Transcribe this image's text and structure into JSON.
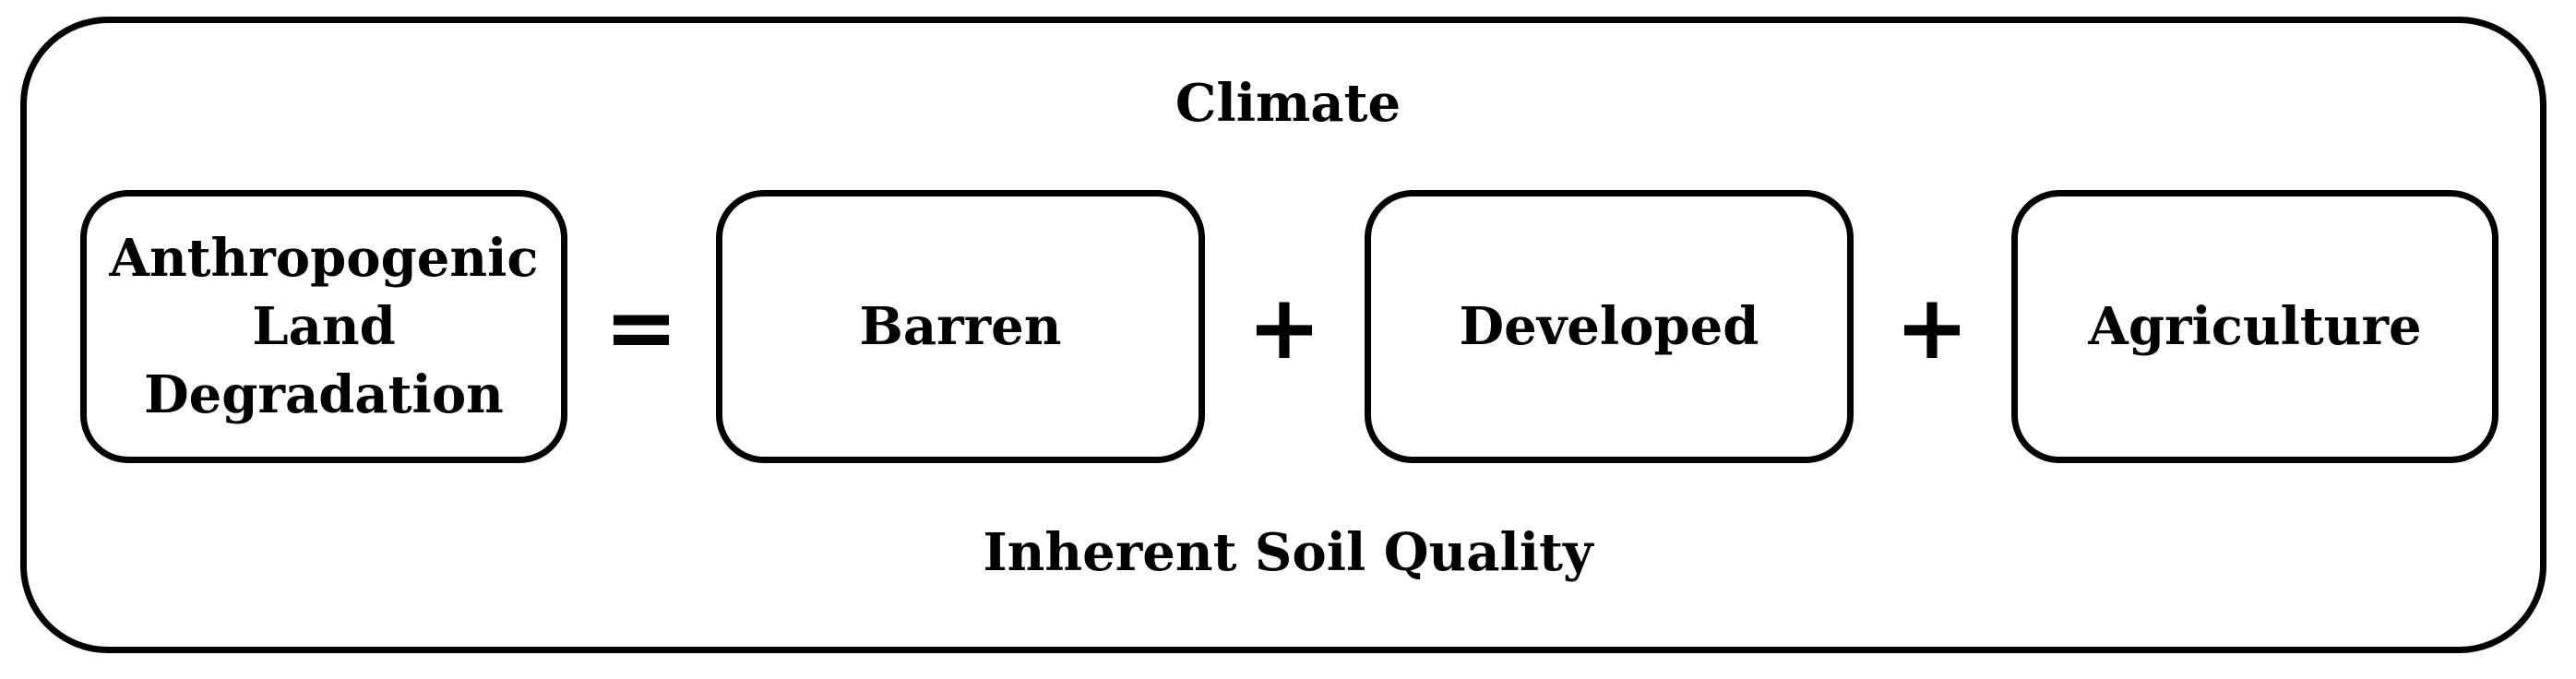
{
  "context": {
    "top_label": "Climate",
    "bottom_label": "Inherent Soil Quality"
  },
  "equation": {
    "result": "Anthropogenic\nLand\nDegradation",
    "equals_symbol": "=",
    "terms": [
      "Barren",
      "Developed",
      "Agriculture"
    ],
    "plus_symbol": "+"
  }
}
